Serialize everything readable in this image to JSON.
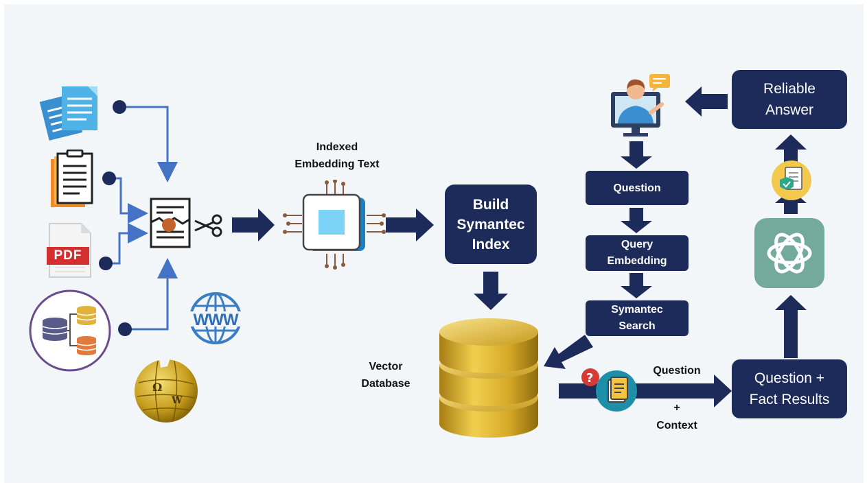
{
  "colors": {
    "navy": "#1d2b5a",
    "connector_blue": "#4472c4",
    "gold": "#d9ad2a",
    "openai_green": "#74aa9c",
    "pdf_red": "#d32f2f"
  },
  "sources": {
    "icons": [
      "documents-icon",
      "clipboard-documents-icon",
      "pdf-file-icon",
      "database-network-icon",
      "www-globe-icon",
      "wikipedia-globe-icon"
    ],
    "pdf_label": "PDF",
    "www_label": "WWW"
  },
  "embedding": {
    "label": "Indexed\nEmbedding Text"
  },
  "build_index": {
    "label": "Build\nSymantec\nIndex"
  },
  "vector_db": {
    "label": "Vector\nDatabase"
  },
  "query_flow": {
    "question": "Question",
    "query_embedding": "Query\nEmbedding",
    "symantec_search": "Symantec\nSearch"
  },
  "context_flow": {
    "question_label": "Question",
    "plus": "+",
    "context_label": "Context"
  },
  "fact_results": {
    "label": "Question  +\nFact Results"
  },
  "answer": {
    "label": "Reliable\nAnswer"
  }
}
